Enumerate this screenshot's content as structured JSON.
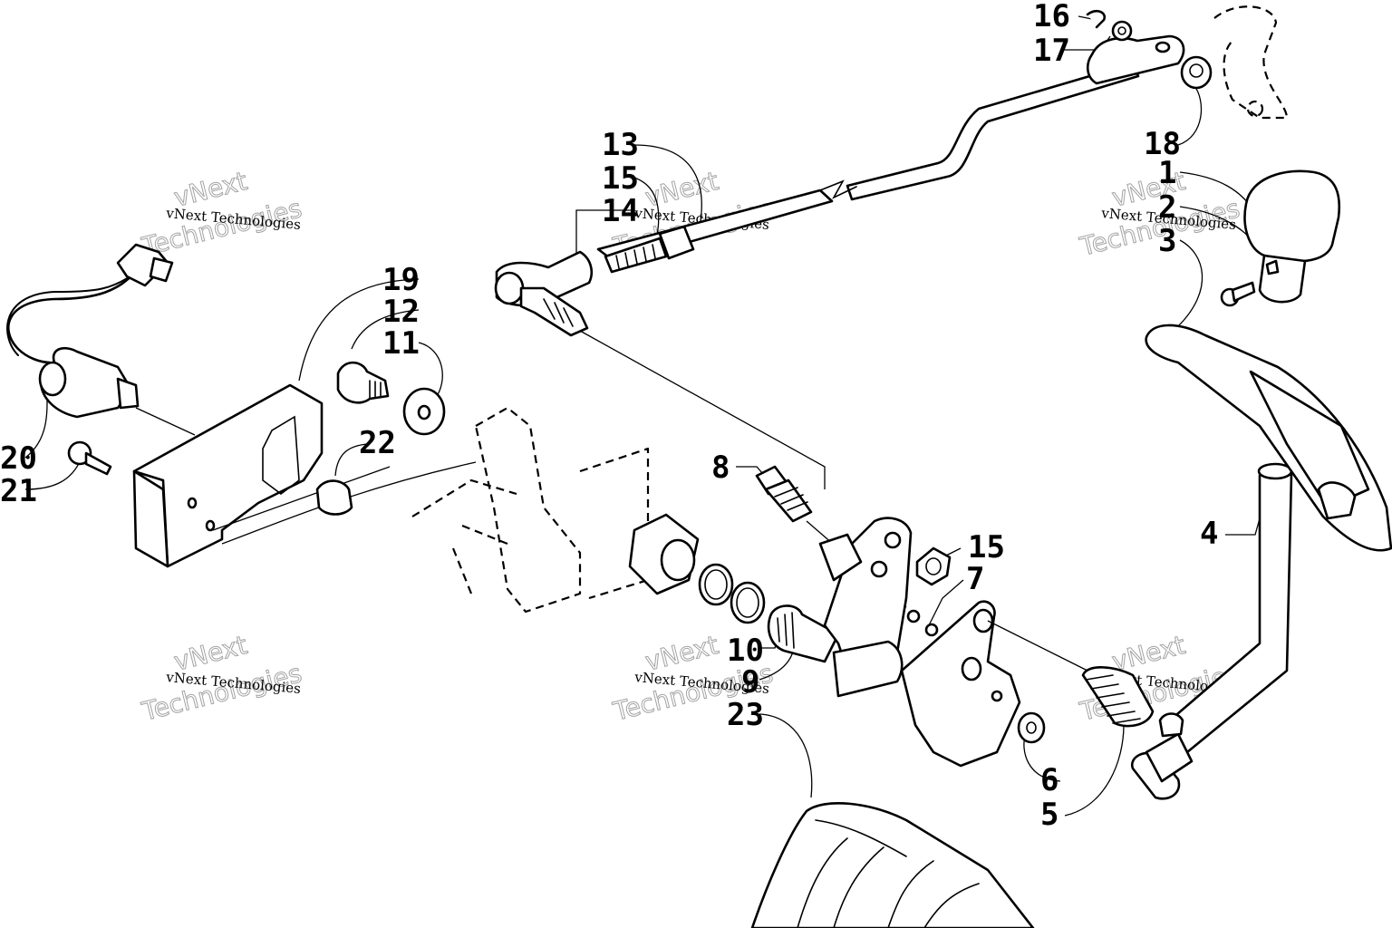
{
  "callouts": {
    "c1": "1",
    "c2": "2",
    "c3": "3",
    "c4": "4",
    "c5": "5",
    "c6": "6",
    "c7": "7",
    "c8": "8",
    "c9": "9",
    "c10": "10",
    "c11": "11",
    "c12": "12",
    "c13": "13",
    "c14": "14",
    "c15a": "15",
    "c15b": "15",
    "c16": "16",
    "c17": "17",
    "c18": "18",
    "c19": "19",
    "c20": "20",
    "c21": "21",
    "c22": "22",
    "c23": "23"
  },
  "watermarks": {
    "brand_large_1": "vNext",
    "brand_large_2": "Technologies",
    "company": "vNext Technologies"
  }
}
